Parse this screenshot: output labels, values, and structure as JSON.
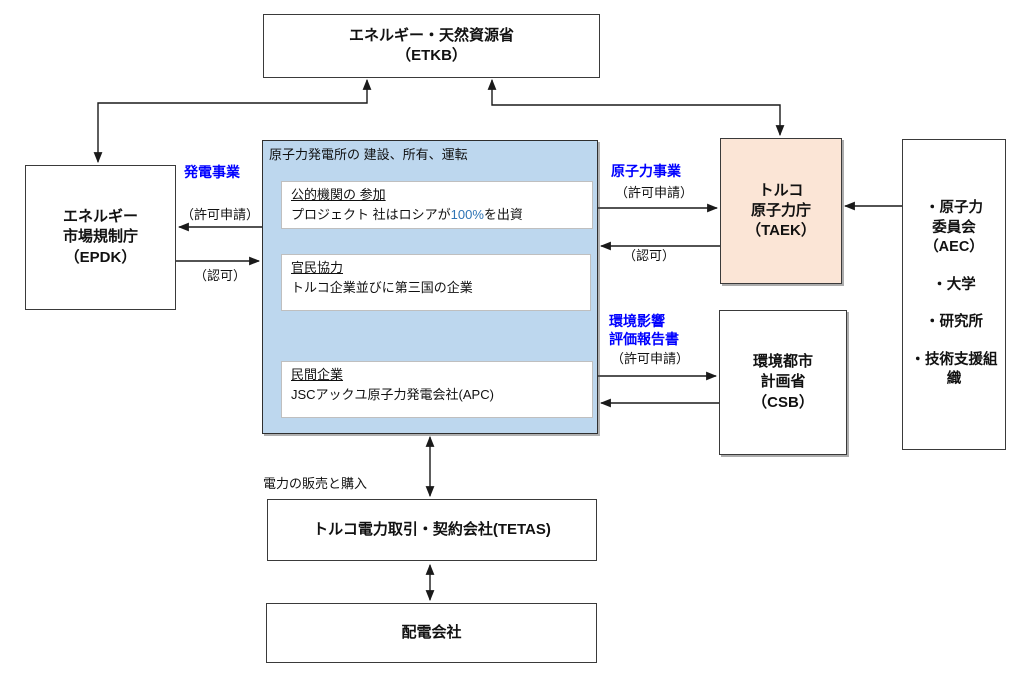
{
  "colors": {
    "panel_fill": "#BDD7EE",
    "taek_fill": "#FBE5D6",
    "label_blue": "#0000FF",
    "highlight_blue": "#2E74B5",
    "line": "#1a1a1a"
  },
  "boxes": {
    "etkb": {
      "line1": "エネルギー・天然資源省",
      "line2": "（ETKB）"
    },
    "epdk": {
      "line1": "エネルギー",
      "line2": "市場規制庁",
      "line3": "（EPDK）"
    },
    "taek": {
      "line1": "トルコ",
      "line2": "原子力庁",
      "line3": "（TAEK）"
    },
    "support": {
      "items": [
        "・原子力\n委員会\n（AEC）",
        "・大学",
        "・研究所",
        "・技術支援組\n織"
      ]
    },
    "csb": {
      "line1": "環境都市",
      "line2": "計画省",
      "line3": "（CSB）"
    },
    "tetas": {
      "label": "トルコ電力取引・契約会社(TETAS)"
    },
    "distribution": {
      "label": "配電会社"
    }
  },
  "panel": {
    "title": "原子力発電所の 建設、所有、運転",
    "box1": {
      "heading": "公的機関の 参加",
      "body_prefix": "プロジェクト 社はロシアが",
      "body_highlight": "100%",
      "body_suffix": "を出資"
    },
    "box2": {
      "heading": "官民協力",
      "body": "トルコ企業並びに第三国の企業"
    },
    "box3": {
      "heading": "民間企業",
      "body": "JSCアックユ原子力発電会社(APC)"
    }
  },
  "labels": {
    "left": {
      "title": "発電事業",
      "request": "（許可申請）",
      "approve": "（認可）"
    },
    "right_top": {
      "title": "原子力事業",
      "request": "（許可申請）",
      "approve": "（認可）"
    },
    "right_mid": {
      "title": "環境影響\n評価報告書",
      "request": "（許可申請）"
    },
    "bottom": "電力の販売と購入"
  }
}
